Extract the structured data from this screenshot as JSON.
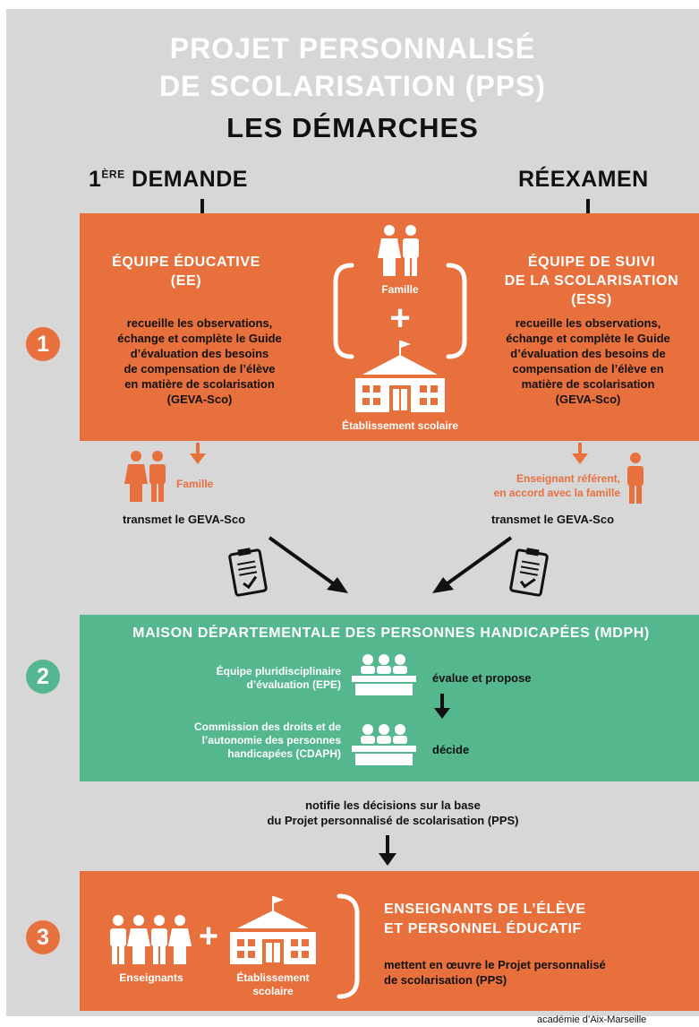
{
  "header": {
    "title_line1": "PROJET PERSONNALISÉ",
    "title_line2": "DE SCOLARISATION (PPS)",
    "subtitle": "LES DÉMARCHES"
  },
  "paths": {
    "left_prefix": "1",
    "left_sup": "ÈRE",
    "left_label": " DEMANDE",
    "right_label": "RÉEXAMEN"
  },
  "step1": {
    "number": "1",
    "left": {
      "title_line1": "ÉQUIPE ÉDUCATIVE",
      "title_line2": "(EE)",
      "text": [
        "recueille les observations,",
        "échange et complète le Guide",
        "d’évaluation des besoins",
        "de compensation de l’élève",
        "en matière de scolarisation",
        "(GEVA-Sco)"
      ]
    },
    "center": {
      "famille": "Famille",
      "plus": "+",
      "etablissement": "Établissement scolaire"
    },
    "right": {
      "title_line1": "ÉQUIPE DE SUIVI",
      "title_line2": "DE LA SCOLARISATION",
      "title_line3": "(ESS)",
      "text": [
        "recueille les observations,",
        "échange et complète le Guide",
        "d’évaluation des besoins de",
        "compensation de l’élève en",
        "matière de scolarisation",
        "(GEVA-Sco)"
      ]
    }
  },
  "transmit": {
    "left_actor": "Famille",
    "left_action": "transmet le GEVA-Sco",
    "right_actor_line1": "Enseignant référent,",
    "right_actor_line2": "en accord avec la famille",
    "right_action": "transmet le GEVA-Sco"
  },
  "step2": {
    "number": "2",
    "title": "MAISON DÉPARTEMENTALE DES PERSONNES HANDICAPÉES (MDPH)",
    "epe_line1": "Équipe pluridisciplinaire",
    "epe_line2": "d’évaluation (EPE)",
    "epe_action": "évalue et propose",
    "cdaph_line1": "Commission des droits et de",
    "cdaph_line2": "l’autonomie des personnes",
    "cdaph_line3": "handicapées (CDAPH)",
    "cdaph_action": "décide"
  },
  "notify": {
    "line1": "notifie les décisions sur la base",
    "line2": "du Projet personnalisé de scolarisation (PPS)"
  },
  "step3": {
    "number": "3",
    "enseignants": "Enseignants",
    "plus": "+",
    "etab_line1": "Établissement",
    "etab_line2": "scolaire",
    "title_line1": "ENSEIGNANTS DE L’ÉLÈVE",
    "title_line2": "ET PERSONNEL ÉDUCATIF",
    "text_line1": "mettent en œuvre le Projet personnalisé",
    "text_line2": "de scolarisation (PPS)"
  },
  "footer": {
    "credit": "académie d’Aix-Marseille"
  },
  "colors": {
    "orange": "#e8703d",
    "teal": "#55b78e",
    "background": "#d7d7d7",
    "text": "#111111",
    "light_orange": "#f4a27e"
  }
}
